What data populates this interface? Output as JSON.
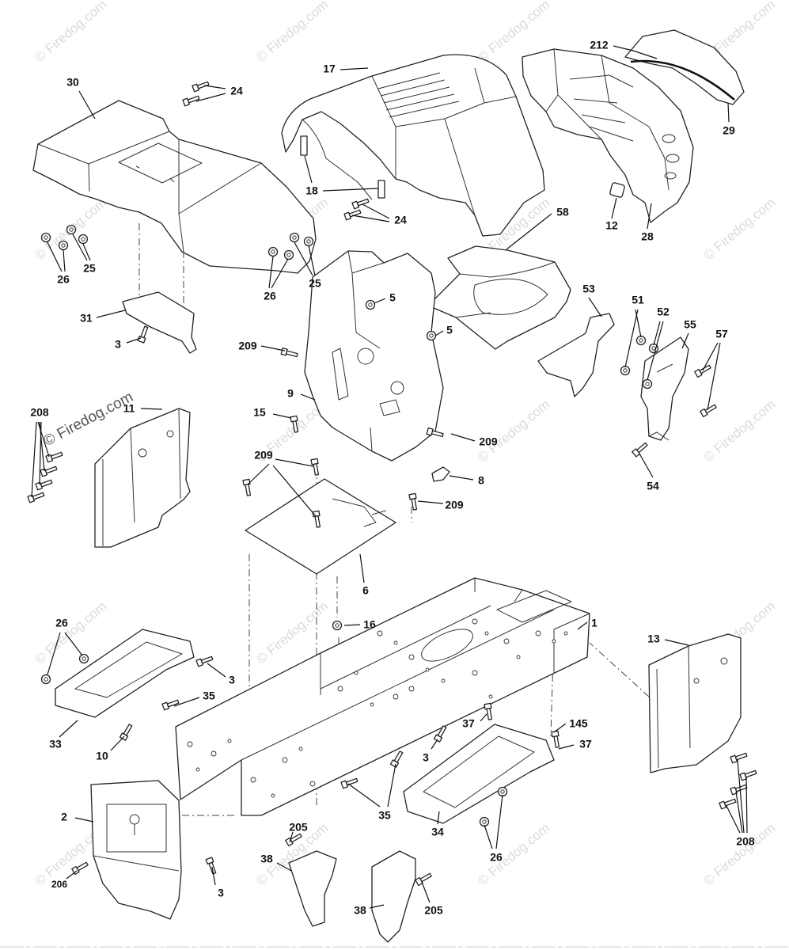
{
  "watermark": "© Firedog.com",
  "callouts": [
    "30",
    "24",
    "17",
    "212",
    "29",
    "18",
    "24",
    "58",
    "12",
    "28",
    "26",
    "25",
    "26",
    "25",
    "5",
    "5",
    "53",
    "51",
    "52",
    "55",
    "57",
    "31",
    "3",
    "209",
    "9",
    "208",
    "11",
    "15",
    "209",
    "209",
    "8",
    "54",
    "209",
    "6",
    "16",
    "1",
    "26",
    "13",
    "3",
    "35",
    "33",
    "10",
    "37",
    "145",
    "37",
    "3",
    "2",
    "35",
    "34",
    "205",
    "26",
    "38",
    "208",
    "206",
    "3",
    "38",
    "205"
  ]
}
